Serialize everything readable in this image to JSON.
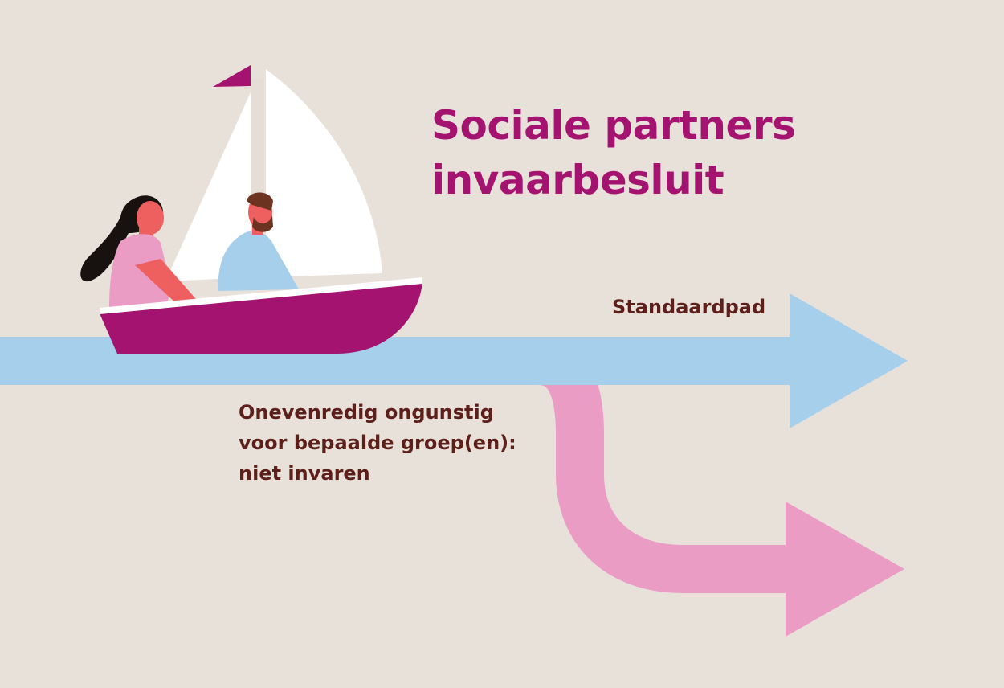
{
  "title": {
    "line1": "Sociale partners",
    "line2": "invaarbesluit"
  },
  "paths": {
    "standard": {
      "label": "Standaardpad",
      "color": "#a5cfea"
    },
    "alternative": {
      "line1": "Onevenredig ongunstig",
      "line2": "voor bepaalde groep(en):",
      "line3": "niet invaren",
      "color": "#ea9cc5"
    }
  },
  "colors": {
    "background": "#e8e1da",
    "accent": "#a3136f",
    "text": "#5c1f1a",
    "boat_hull": "#a3136f",
    "sail": "#ffffff"
  },
  "icons": [
    "sailboat-icon",
    "woman-icon",
    "man-icon",
    "flag-icon"
  ]
}
